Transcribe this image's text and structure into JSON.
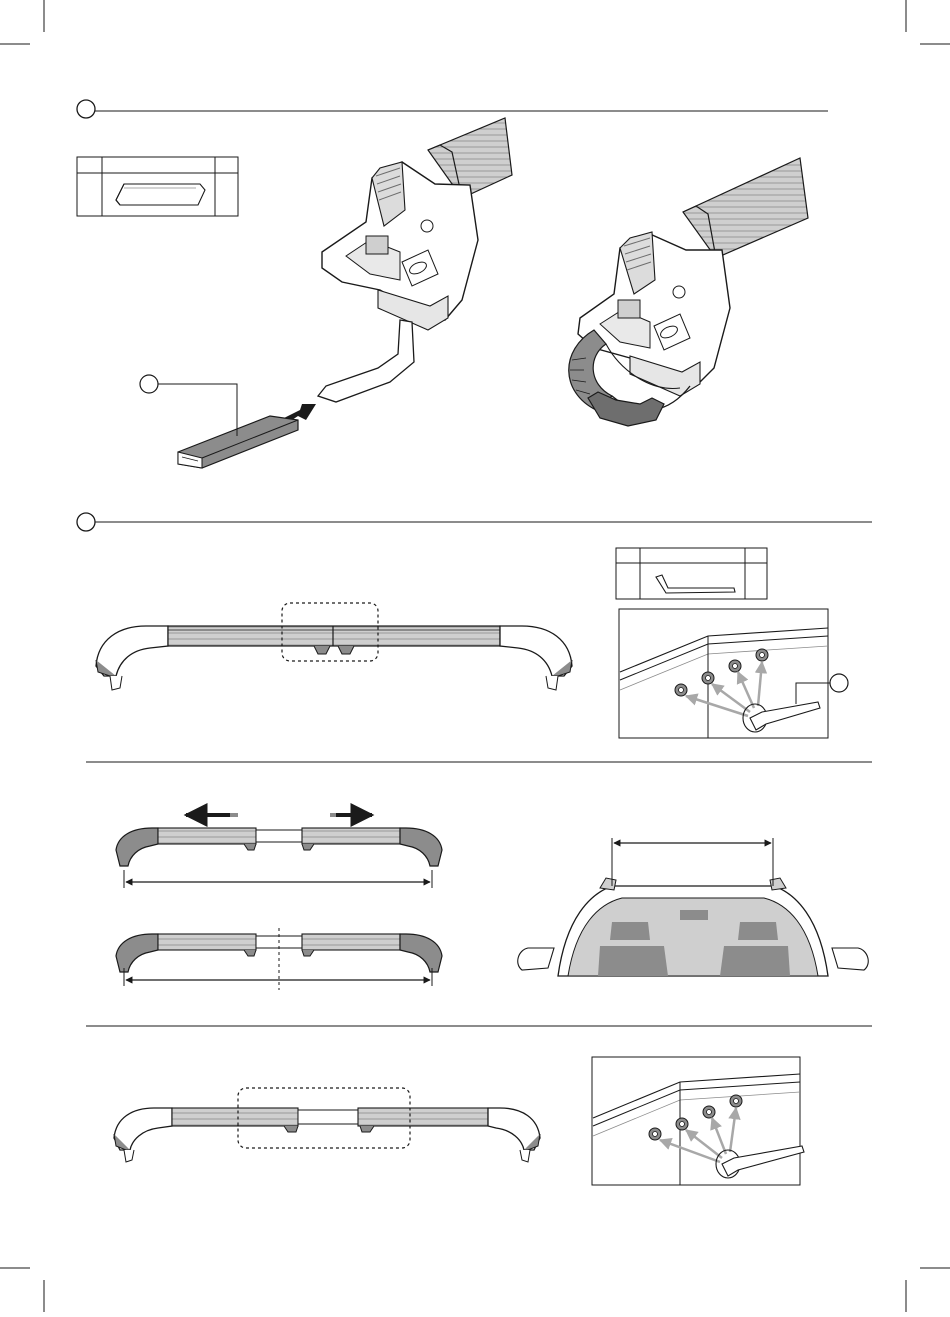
{
  "page": {
    "background": "#ffffff",
    "ink": "#1a1a1a",
    "mid_gray": "#8c8c8c",
    "light_gray": "#cfcfcf",
    "dark_gray": "#6e6e6e"
  },
  "crop_marks": true,
  "step_1": {
    "step_label": "",
    "kit_table": {
      "qty_left": "",
      "part_no": "",
      "qty_right": "",
      "icon": "rubber-pad-icon"
    },
    "callout_label": "",
    "panel_left": "bar-foot-with-pad-insertion",
    "panel_right": "bar-foot-with-strap-fitted"
  },
  "step_2": {
    "step_label": "",
    "kit_table": {
      "qty_left": "",
      "part_no": "",
      "qty_right": "",
      "icon": "allen-key-icon"
    },
    "callout_label": "",
    "bar": "roof-bar-assembled",
    "detail": "bolt-loosening-detail"
  },
  "step_3": {
    "bars": [
      "bar-extended",
      "bar-centered"
    ],
    "vehicle": "car-rear-view-with-roof-width"
  },
  "step_4": {
    "bar": "roof-bar-locked",
    "detail": "bolt-tightening-detail"
  }
}
